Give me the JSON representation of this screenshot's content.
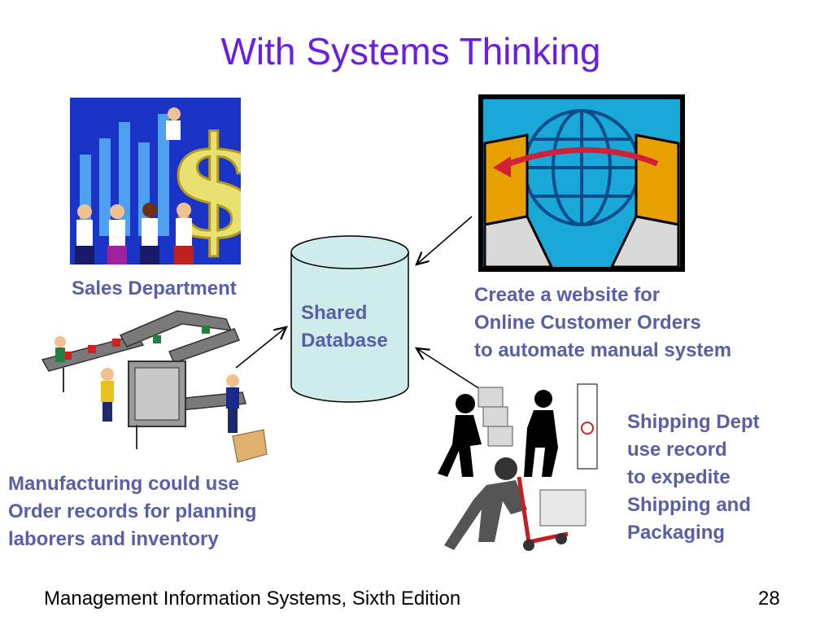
{
  "slide": {
    "title": "With Systems Thinking",
    "database_label": [
      "Shared",
      "Database"
    ],
    "labels": {
      "sales": "Sales Department",
      "website": [
        "Create a website for",
        "Online Customer Orders",
        "to automate manual system"
      ],
      "manufacturing": [
        "Manufacturing could use",
        "Order records for planning",
        "laborers and inventory"
      ],
      "shipping": [
        "Shipping Dept",
        "use record",
        "to expedite",
        "Shipping and",
        "Packaging"
      ]
    },
    "footer": {
      "book": "Management Information Systems, Sixth Edition",
      "page": "28"
    }
  },
  "colors": {
    "title": "#6a1ee0",
    "label": "#5a5ea6",
    "database_fill": "#cfecec"
  },
  "icons": [
    "sales-growth-clipart",
    "online-orders-clipart",
    "manufacturing-line-clipart",
    "shipping-workers-clipart"
  ]
}
